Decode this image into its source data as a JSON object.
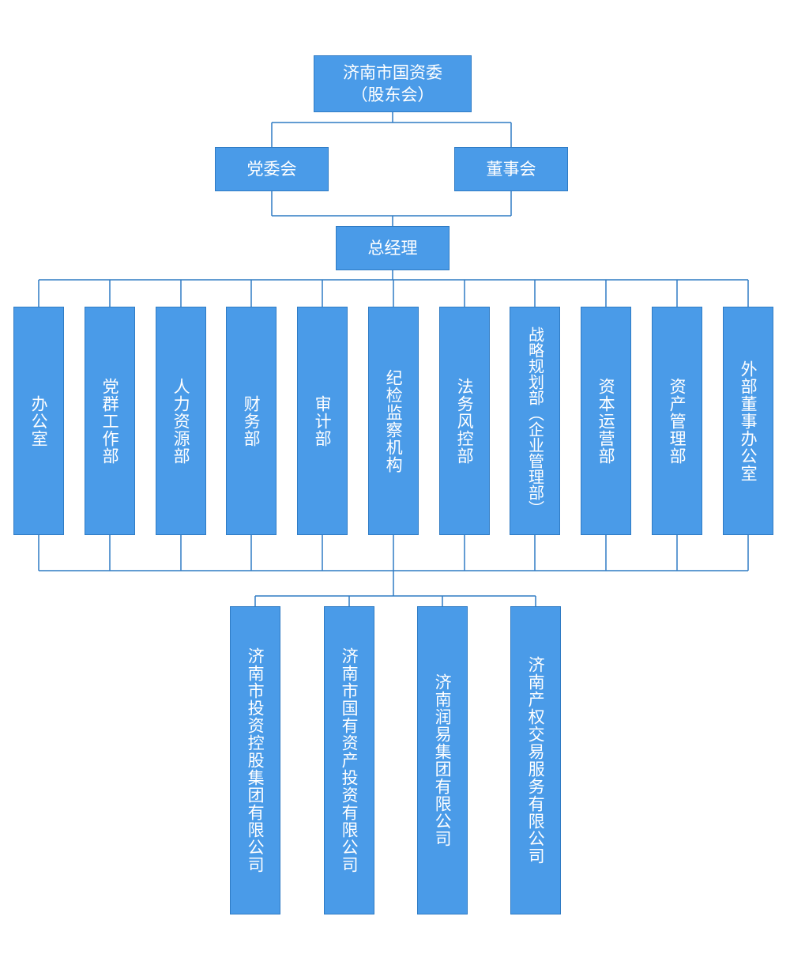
{
  "colors": {
    "box_fill": "#4A9BE8",
    "box_border": "#2F7BC4",
    "line": "#2F7BC4",
    "text": "#ffffff"
  },
  "top": {
    "label": "济南市国资委\n（股东会）"
  },
  "level2": [
    {
      "label": "党委会"
    },
    {
      "label": "董事会"
    }
  ],
  "manager": {
    "label": "总经理"
  },
  "departments": [
    {
      "label": "办公室"
    },
    {
      "label": "党群工作部"
    },
    {
      "label": "人力资源部"
    },
    {
      "label": "财务部"
    },
    {
      "label": "审计部"
    },
    {
      "label": "纪检监察机构"
    },
    {
      "label": "法务风控部"
    },
    {
      "label": "战略规划部（企业管理部）"
    },
    {
      "label": "资本运营部"
    },
    {
      "label": "资产管理部"
    },
    {
      "label": "外部董事办公室"
    }
  ],
  "subsidiaries": [
    {
      "label": "济南市投资控股集团有限公司"
    },
    {
      "label": "济南市国有资产投资有限公司"
    },
    {
      "label": "济南润易集团有限公司"
    },
    {
      "label": "济南产权交易服务有限公司"
    }
  ]
}
